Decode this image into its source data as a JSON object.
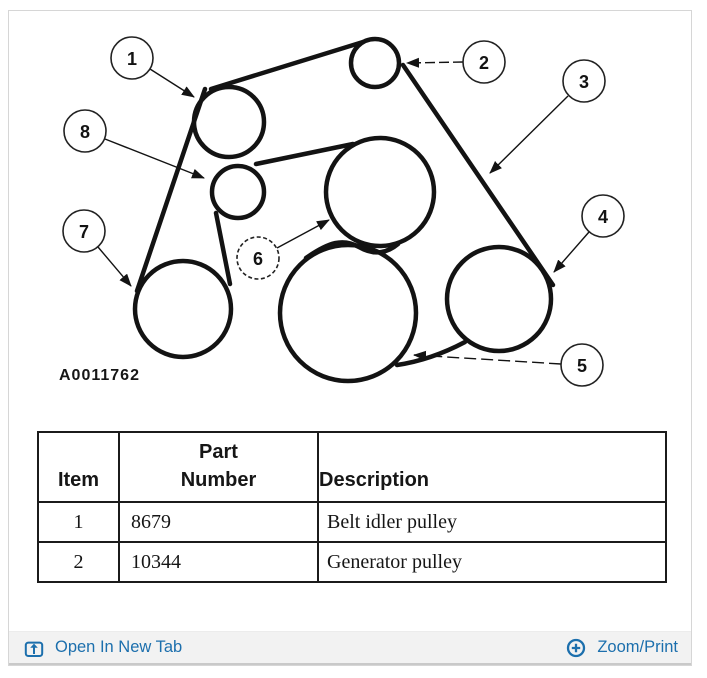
{
  "diagram": {
    "figure_label": "A0011762",
    "callouts": [
      {
        "label": "1"
      },
      {
        "label": "2"
      },
      {
        "label": "3"
      },
      {
        "label": "4"
      },
      {
        "label": "5"
      },
      {
        "label": "6"
      },
      {
        "label": "7"
      },
      {
        "label": "8"
      }
    ]
  },
  "parts_table": {
    "headers": {
      "item": "Item",
      "part_number": "Part\nNumber",
      "description": "Description"
    },
    "rows": [
      {
        "item": "1",
        "part_number": "8679",
        "description": "Belt idler pulley"
      },
      {
        "item": "2",
        "part_number": "10344",
        "description": "Generator pulley"
      }
    ]
  },
  "toolbar": {
    "open_in_new_tab_label": "Open In New Tab",
    "zoom_print_label": "Zoom/Print",
    "link_color": "#1c6fad"
  }
}
